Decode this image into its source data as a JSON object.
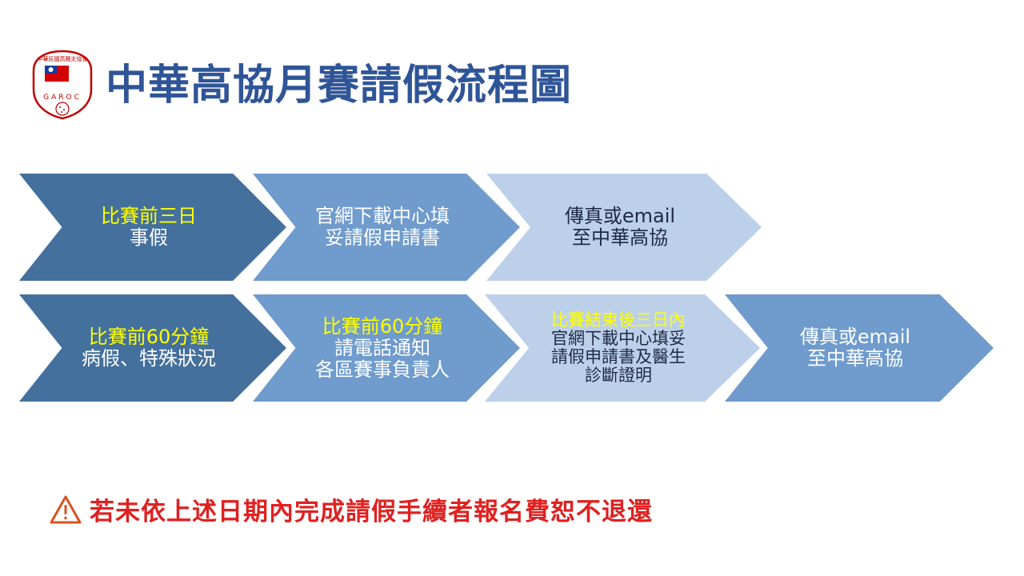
{
  "logo": {
    "arc_text": "中華民國高爾夫協會",
    "letters": "GAROC"
  },
  "title": "中華高協月賽請假流程圖",
  "rows": [
    {
      "steps": [
        {
          "lines": [
            {
              "text": "比賽前三日",
              "highlight": true
            },
            {
              "text": "事假",
              "highlight": false
            }
          ]
        },
        {
          "lines": [
            {
              "text": "官網下載中心填",
              "highlight": false
            },
            {
              "text": "妥請假申請書",
              "highlight": false
            }
          ]
        },
        {
          "lines": [
            {
              "text": "傳真或email",
              "highlight": false
            },
            {
              "text": "至中華高協",
              "highlight": false
            }
          ]
        }
      ]
    },
    {
      "steps": [
        {
          "lines": [
            {
              "text": "比賽前60分鐘",
              "highlight": true
            },
            {
              "text": "病假、特殊狀況",
              "highlight": false
            }
          ]
        },
        {
          "lines": [
            {
              "text": "比賽前60分鐘",
              "highlight": true
            },
            {
              "text": "請電話通知",
              "highlight": false
            },
            {
              "text": "各區賽事負責人",
              "highlight": false
            }
          ]
        },
        {
          "lines": [
            {
              "text": "比賽結束後三日內",
              "highlight": true
            },
            {
              "text": "官網下載中心填妥",
              "highlight": false
            },
            {
              "text": "請假申請書及醫生",
              "highlight": false
            },
            {
              "text": "診斷證明",
              "highlight": false
            }
          ]
        },
        {
          "lines": [
            {
              "text": "傳真或email",
              "highlight": false
            },
            {
              "text": "至中華高協",
              "highlight": false
            }
          ]
        }
      ]
    }
  ],
  "warning": {
    "icon": "warning-triangle-icon",
    "text": "若未依上述日期內完成請假手續者報名費恕不退還"
  },
  "colors": {
    "title": "#2f5597",
    "dark": "#44709d",
    "medium": "#6f9bcd",
    "light": "#bcd0ea",
    "highlight": "#ffff00",
    "warning": "#e02020"
  }
}
